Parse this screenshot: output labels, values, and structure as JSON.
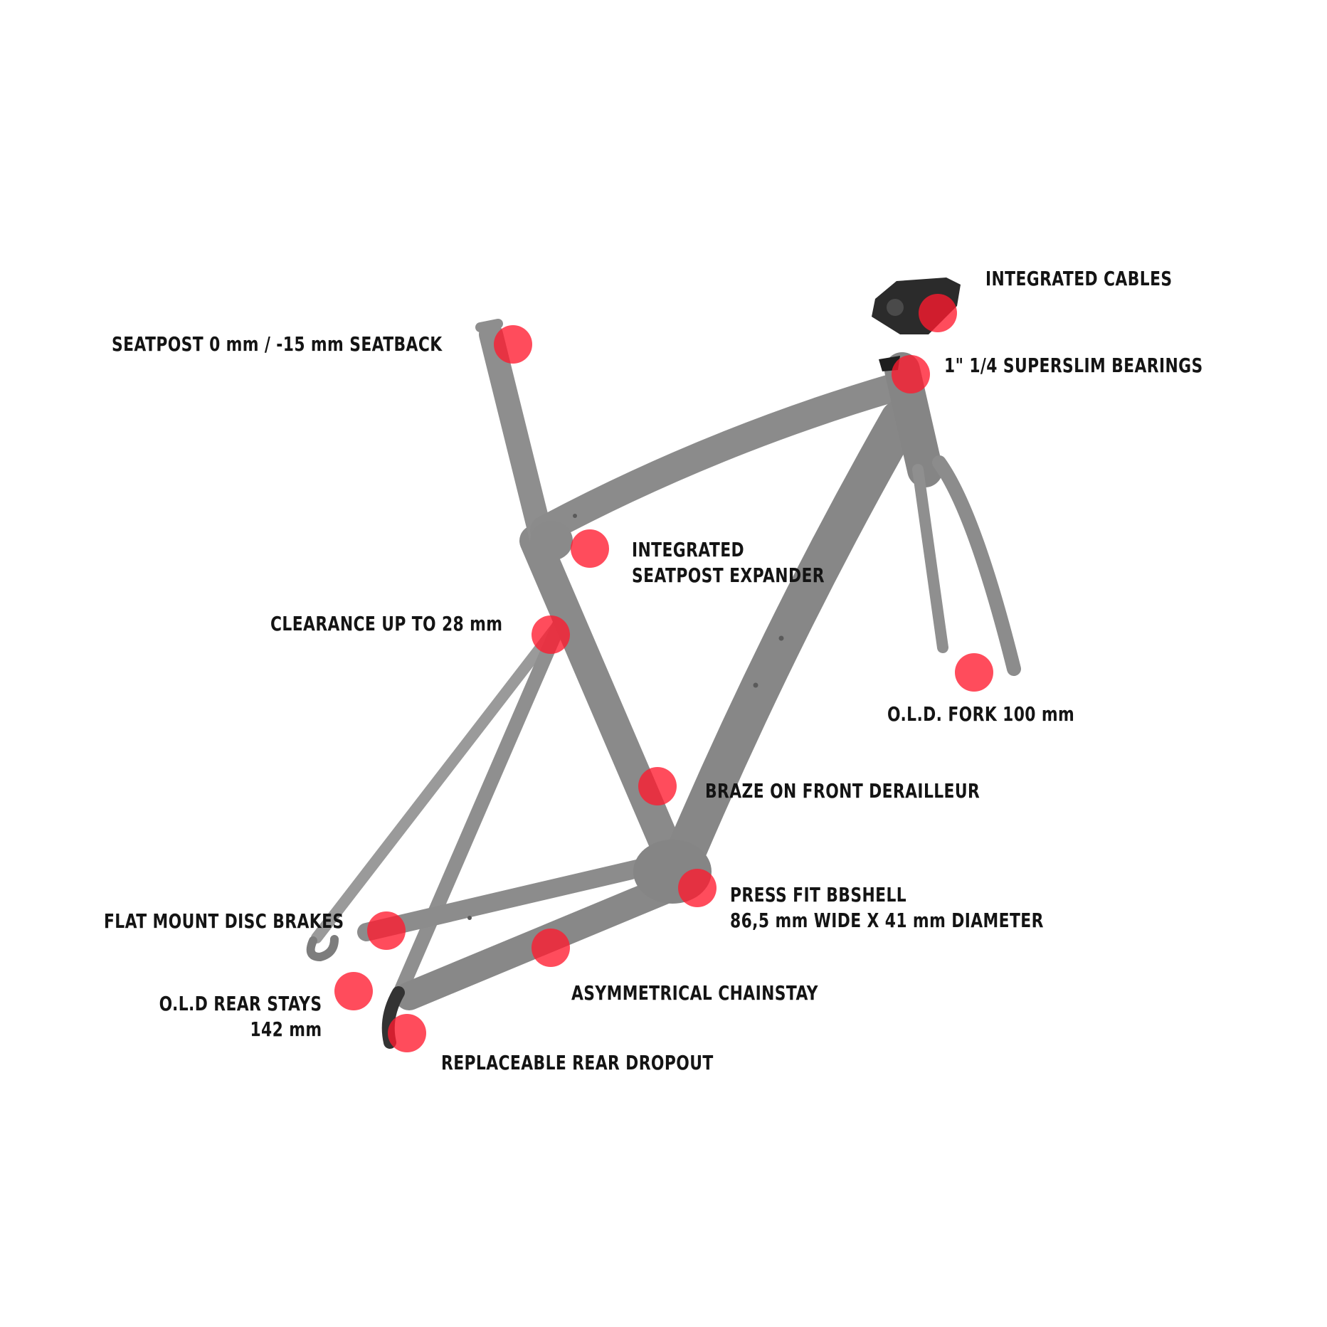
{
  "colors": {
    "frame": "#8a8a8a",
    "frame_dark": "#6f6f6f",
    "stem": "#2b2b2b",
    "marker": "#ff1a2e",
    "text": "#141414",
    "background": "#ffffff"
  },
  "callouts": [
    {
      "id": "seatpost",
      "lines": [
        "SEATPOST 0 mm / -15 mm SEATBACK"
      ]
    },
    {
      "id": "integrated-cables",
      "lines": [
        "INTEGRATED CABLES"
      ]
    },
    {
      "id": "superslim-bearings",
      "lines": [
        "1\" 1/4 SUPERSLIM BEARINGS"
      ]
    },
    {
      "id": "seatpost-expander",
      "lines": [
        "INTEGRATED",
        "SEATPOST EXPANDER"
      ]
    },
    {
      "id": "clearance",
      "lines": [
        "CLEARANCE UP TO 28 mm"
      ]
    },
    {
      "id": "old-fork",
      "lines": [
        "O.L.D. FORK 100 mm"
      ]
    },
    {
      "id": "braze-on",
      "lines": [
        "BRAZE ON FRONT DERAILLEUR"
      ]
    },
    {
      "id": "press-fit",
      "lines": [
        "PRESS FIT BBSHELL",
        "86,5 mm WIDE X 41 mm DIAMETER"
      ]
    },
    {
      "id": "flat-mount",
      "lines": [
        "FLAT MOUNT DISC BRAKES"
      ]
    },
    {
      "id": "chainstay",
      "lines": [
        "ASYMMETRICAL CHAINSTAY"
      ]
    },
    {
      "id": "old-rear",
      "lines": [
        "O.L.D REAR STAYS",
        "142 mm"
      ]
    },
    {
      "id": "dropout",
      "lines": [
        "REPLACEABLE REAR DROPOUT"
      ]
    }
  ]
}
